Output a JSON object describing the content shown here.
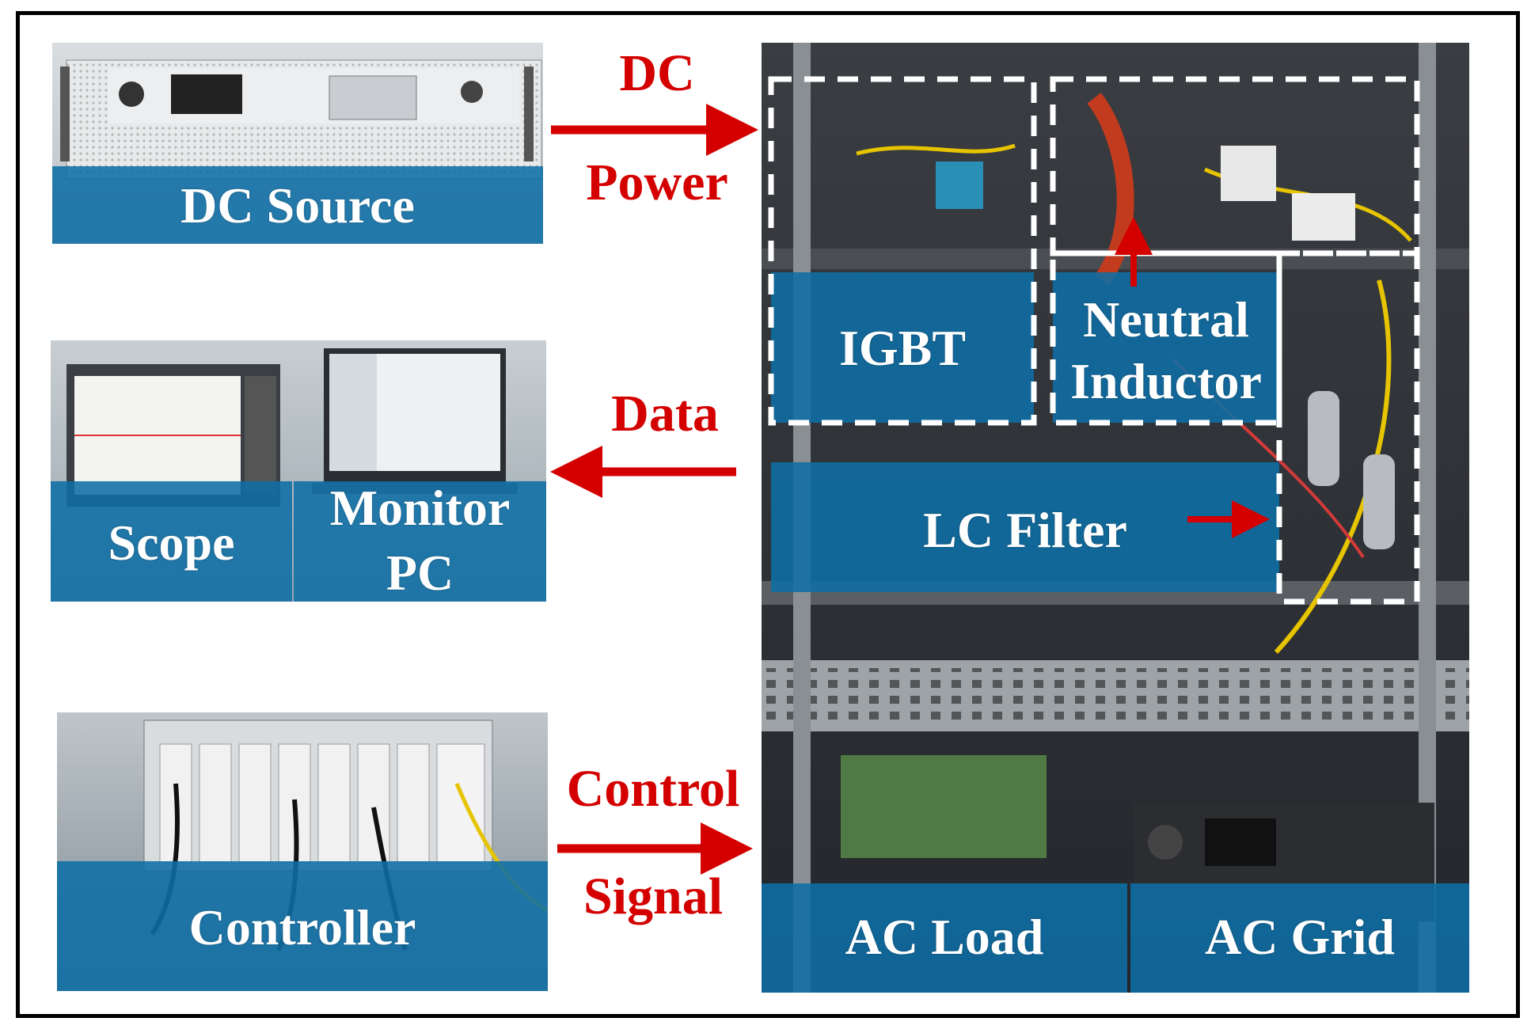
{
  "panels": {
    "dc_source": "DC Source",
    "scope": "Scope",
    "monitor_pc_line1": "Monitor",
    "monitor_pc_line2": "PC",
    "controller": "Controller",
    "igbt": "IGBT",
    "neutral_inductor_line1": "Neutral",
    "neutral_inductor_line2": "Inductor",
    "lc_filter": "LC Filter",
    "ac_load": "AC Load",
    "ac_grid": "AC Grid"
  },
  "arrows": {
    "dc_power_line1": "DC",
    "dc_power_line2": "Power",
    "data": "Data",
    "control_signal_line1": "Control",
    "control_signal_line2": "Signal"
  },
  "colors": {
    "band": "#0e6ea5",
    "arrow": "#d40000",
    "frame": "#000000"
  }
}
